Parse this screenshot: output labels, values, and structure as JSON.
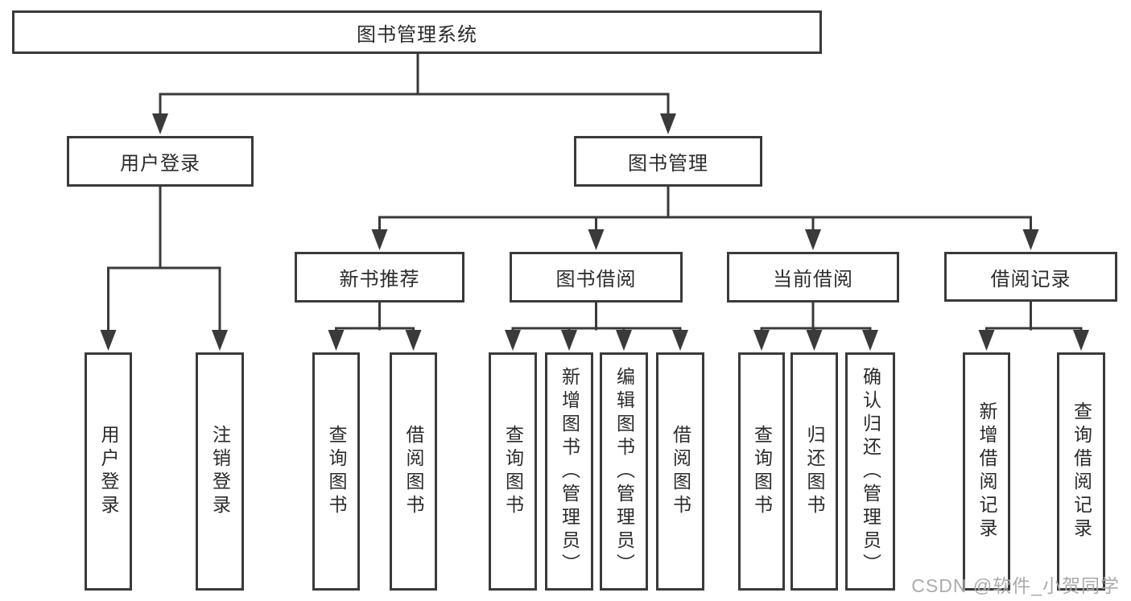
{
  "colors": {
    "line": "#3a3a3a",
    "box_border": "#3a3a3a",
    "text": "#2b2b2b",
    "box_background": "#ffffff",
    "page_background": "#ffffff",
    "watermark": "#ababab"
  },
  "tree": {
    "root": {
      "label": "图书管理系统",
      "children": [
        {
          "label": "用户登录",
          "children": [
            {
              "label": "用户登录"
            },
            {
              "label": "注销登录"
            }
          ]
        },
        {
          "label": "图书管理",
          "children": [
            {
              "label": "新书推荐",
              "children": [
                {
                  "label": "查询图书"
                },
                {
                  "label": "借阅图书"
                }
              ]
            },
            {
              "label": "图书借阅",
              "children": [
                {
                  "label": "查询图书"
                },
                {
                  "label": "新增图书（管理员）"
                },
                {
                  "label": "编辑图书（管理员）"
                },
                {
                  "label": "借阅图书"
                }
              ]
            },
            {
              "label": "当前借阅",
              "children": [
                {
                  "label": "查询图书"
                },
                {
                  "label": "归还图书"
                },
                {
                  "label": "确认归还（管理员）"
                }
              ]
            },
            {
              "label": "借阅记录",
              "children": [
                {
                  "label": "新增借阅记录"
                },
                {
                  "label": "查询借阅记录"
                }
              ]
            }
          ]
        }
      ]
    }
  },
  "watermark": {
    "text": "CSDN @软件_小贺同学"
  }
}
